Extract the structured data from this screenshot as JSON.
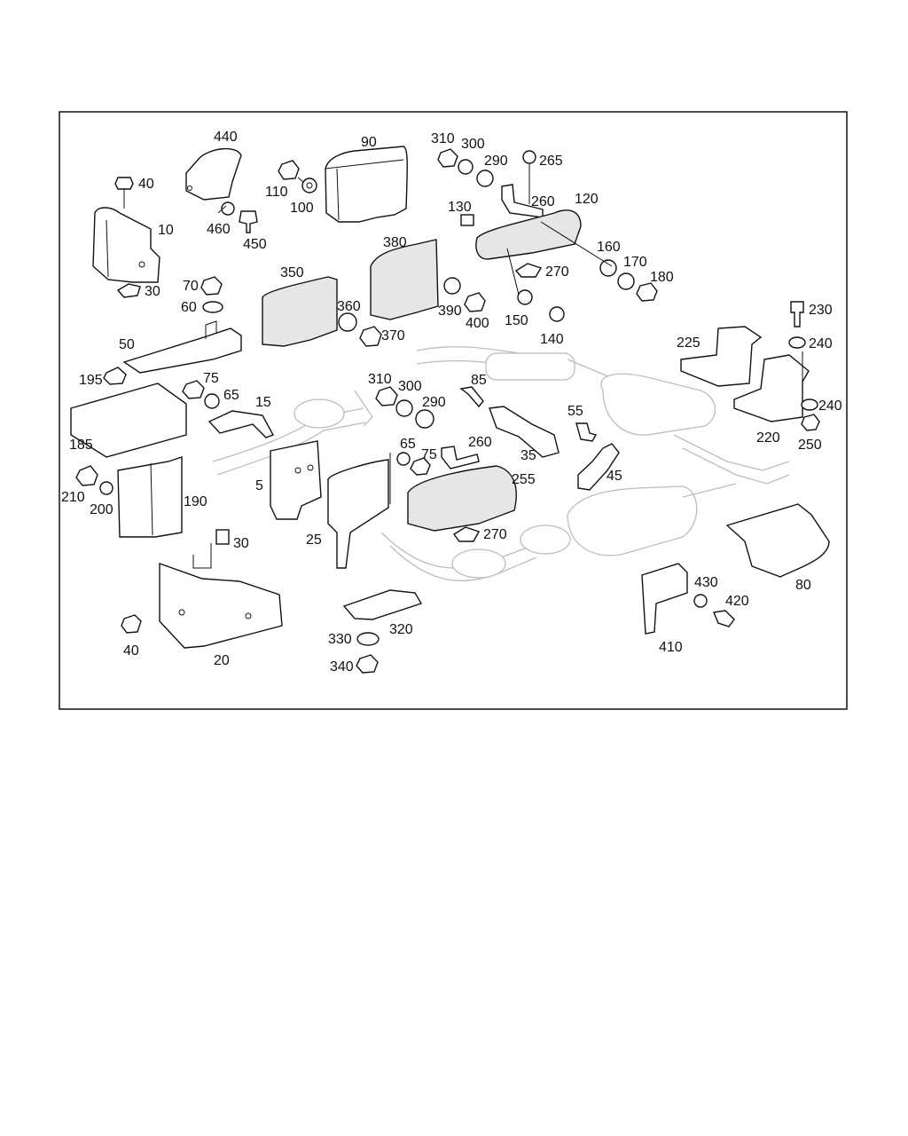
{
  "labels": [
    "440",
    "90",
    "310",
    "300",
    "290",
    "265",
    "40",
    "110",
    "100",
    "460",
    "450",
    "10",
    "30",
    "130",
    "260",
    "120",
    "380",
    "350",
    "70",
    "60",
    "270",
    "160",
    "170",
    "180",
    "390",
    "400",
    "360",
    "370",
    "150",
    "140",
    "50",
    "225",
    "230",
    "240",
    "195",
    "75",
    "65",
    "15",
    "310",
    "300",
    "290",
    "85",
    "55",
    "240",
    "220",
    "250",
    "185",
    "5",
    "65",
    "75",
    "260",
    "35",
    "45",
    "210",
    "200",
    "190",
    "255",
    "25",
    "30",
    "270",
    "80",
    "40",
    "20",
    "320",
    "330",
    "340",
    "430",
    "420",
    "410"
  ]
}
